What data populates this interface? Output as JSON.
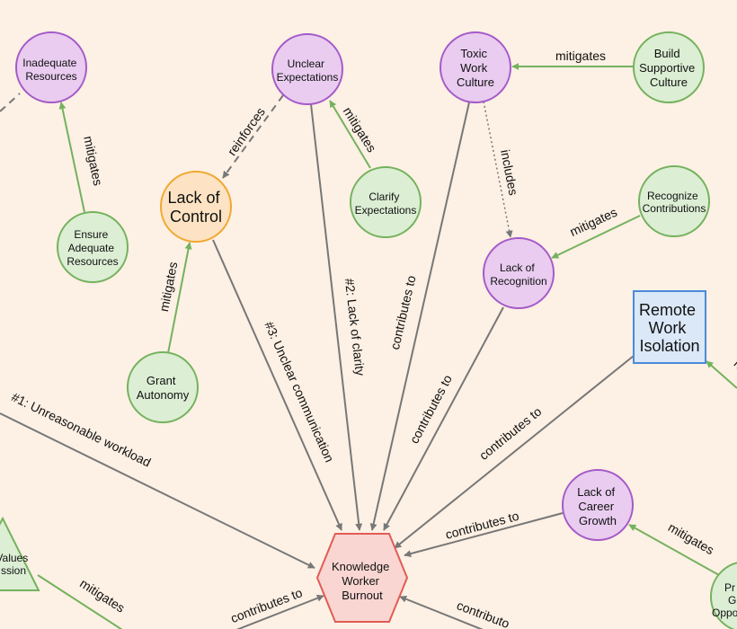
{
  "diagram": {
    "nodes": {
      "inadequate_resources": {
        "lines": [
          "Inadequate",
          "Resources"
        ]
      },
      "unclear_expectations": {
        "lines": [
          "Unclear",
          "Expectations"
        ]
      },
      "toxic_work_culture": {
        "lines": [
          "Toxic",
          "Work",
          "Culture"
        ]
      },
      "build_supportive_culture": {
        "lines": [
          "Build",
          "Supportive",
          "Culture"
        ]
      },
      "lack_of_control": {
        "lines": [
          "Lack of",
          "Control"
        ]
      },
      "clarify_expectations": {
        "lines": [
          "Clarify",
          "Expectations"
        ]
      },
      "recognize_contributions": {
        "lines": [
          "Recognize",
          "Contributions"
        ]
      },
      "ensure_adequate_resources": {
        "lines": [
          "Ensure",
          "Adequate",
          "Resources"
        ]
      },
      "lack_of_recognition": {
        "lines": [
          "Lack of",
          "Recognition"
        ]
      },
      "remote_work_isolation": {
        "lines": [
          "Remote",
          "Work",
          "Isolation"
        ]
      },
      "grant_autonomy": {
        "lines": [
          "Grant",
          "Autonomy"
        ]
      },
      "lack_of_career_growth": {
        "lines": [
          "Lack of",
          "Career",
          "Growth"
        ]
      },
      "values_mission_partial": {
        "lines": [
          "Values",
          "ssion"
        ]
      },
      "knowledge_worker_burnout": {
        "lines": [
          "Knowledge",
          "Worker",
          "Burnout"
        ]
      },
      "provide_growth_partial": {
        "lines": [
          "Pr",
          "Gr",
          "Oppo"
        ]
      }
    },
    "edges": {
      "e_inadequate_in": "",
      "e_ensure_mitigates": "mitigates",
      "e_reinforces": "reinforces",
      "e_clarify_mitigates": "mitigates",
      "e_build_mitigates": "mitigates",
      "e_includes": "includes",
      "e_recognize_mitigates": "mitigates",
      "e_grant_mitigates": "mitigates",
      "e_unclear_comm": "#3: Unclear communication",
      "e_lack_clarity": "#2: Lack of clarity",
      "e_toxic_contrib": "contributes to",
      "e_recog_contrib": "contributes to",
      "e_remote_contrib": "contributes to",
      "e_workload": "#1: Unreasonable workload",
      "e_career_contrib": "contributes to",
      "e_provide_mitigates": "mitigates",
      "e_values_mitigates": "mitigates",
      "e_bottom_left_contrib": "contributes to",
      "e_bottom_right_contrib": "contributo",
      "e_remote_in_partial": "m"
    },
    "colors": {
      "background": "#fdf0e4",
      "problem_fill": "#e9ccf0",
      "problem_stroke": "#a45ac8",
      "solution_fill": "#dceed4",
      "solution_stroke": "#74b25e",
      "root_fill": "#fde3c3",
      "root_stroke": "#f0a830",
      "outcome_fill": "#f9d6d2",
      "outcome_stroke": "#e05c55",
      "factor_fill": "#dbe8f8",
      "factor_stroke": "#4a8ad8",
      "edge_gray": "#777777",
      "edge_green": "#74b25e"
    }
  }
}
